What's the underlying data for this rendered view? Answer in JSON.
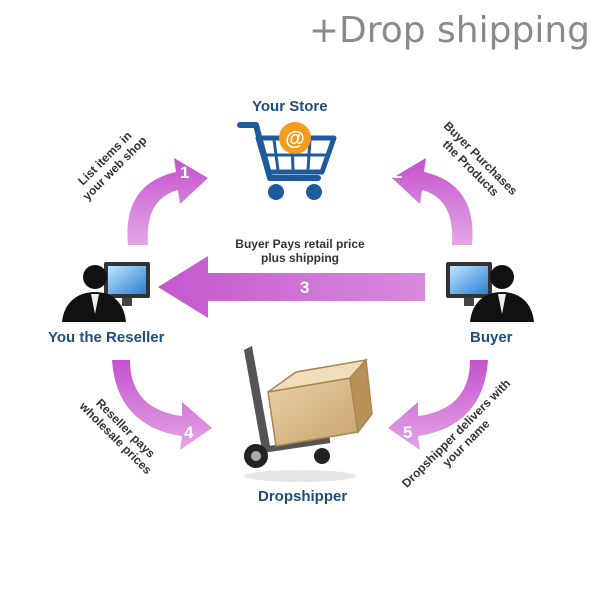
{
  "title": "+Drop shipping",
  "nodes": {
    "store": "Your Store",
    "reseller": "You the Reseller",
    "buyer": "Buyer",
    "dropshipper": "Dropshipper"
  },
  "steps": [
    {
      "number": "1",
      "line1": "List items in",
      "line2": "your web shop"
    },
    {
      "number": "2",
      "line1": "Buyer Purchases",
      "line2": "the Products"
    },
    {
      "number": "3",
      "line1": "Buyer Pays retail price",
      "line2": "plus shipping"
    },
    {
      "number": "4",
      "line1": "Reseller pays",
      "line2": "wholesale prices"
    },
    {
      "number": "5",
      "line1": "Dropshipper delivers with",
      "line2": "your name"
    }
  ],
  "colors": {
    "arrow": "#c95fd0",
    "arrow_light": "#e9b3ec",
    "label": "#1f4e79",
    "cart": "#1e5a9e",
    "at_badge": "#f39c1f"
  }
}
